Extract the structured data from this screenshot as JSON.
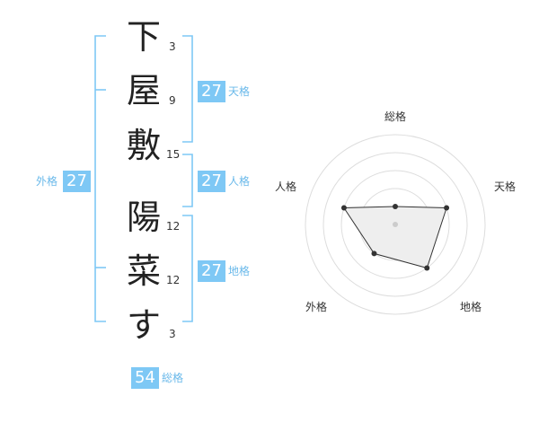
{
  "name": {
    "chars": [
      {
        "char": "下",
        "strokes": "3"
      },
      {
        "char": "屋",
        "strokes": "9"
      },
      {
        "char": "敷",
        "strokes": "15"
      },
      {
        "char": "陽",
        "strokes": "12"
      },
      {
        "char": "菜",
        "strokes": "12"
      },
      {
        "char": "す",
        "strokes": "3"
      }
    ]
  },
  "kaku": {
    "tenkaku": {
      "value": "27",
      "label": "天格"
    },
    "jinkaku": {
      "value": "27",
      "label": "人格"
    },
    "chikaku": {
      "value": "27",
      "label": "地格"
    },
    "gaikaku": {
      "value": "27",
      "label": "外格"
    },
    "soukaku": {
      "value": "54",
      "label": "総格"
    }
  },
  "colors": {
    "accent": "#7ec8f5",
    "accent_text": "#6ab9ea",
    "radar_fill": "#eeeeee"
  },
  "chart_data": {
    "type": "radar",
    "axes": [
      "総格",
      "天格",
      "地格",
      "外格",
      "人格"
    ],
    "values": [
      1,
      3,
      3,
      2,
      3
    ],
    "rmax": 5
  }
}
